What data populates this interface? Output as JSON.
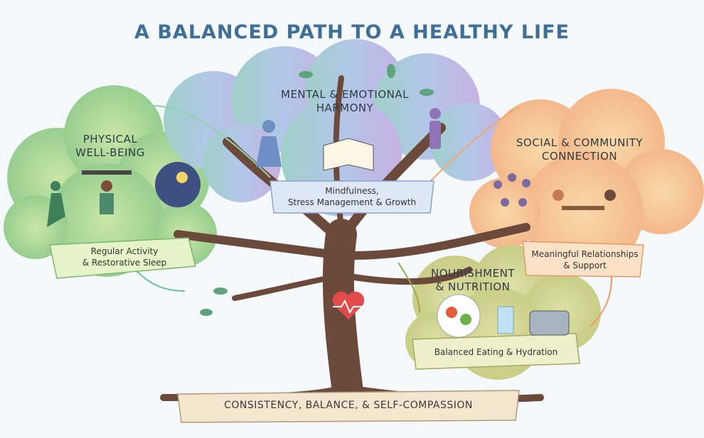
{
  "title": "A BALANCED PATH TO A HEALTHY LIFE",
  "sections": {
    "physical": {
      "title_line1": "PHYSICAL",
      "title_line2": "WELL-BEING",
      "ribbon_line1": "Regular Activity",
      "ribbon_line2": "& Restorative Sleep",
      "color": "#9fd08a"
    },
    "mental": {
      "title_line1": "MENTAL & EMOTIONAL",
      "title_line2": "HARMONY",
      "ribbon_line1": "Mindfulness,",
      "ribbon_line2": "Stress Management & Growth",
      "color": "#a9bfe3"
    },
    "social": {
      "title_line1": "SOCIAL & COMMUNITY",
      "title_line2": "CONNECTION",
      "ribbon_line1": "Meaningful Relationships",
      "ribbon_line2": "& Support",
      "color": "#f5c08f"
    },
    "nutrition": {
      "title_line1": "NOURISHMENT",
      "title_line2": "& NUTRITION",
      "ribbon_line1": "Balanced Eating & Hydration",
      "color": "#cfd392"
    }
  },
  "foundation": "CONSISTENCY, BALANCE, & SELF-COMPASSION",
  "center_icon": "heart-heartbeat-icon"
}
